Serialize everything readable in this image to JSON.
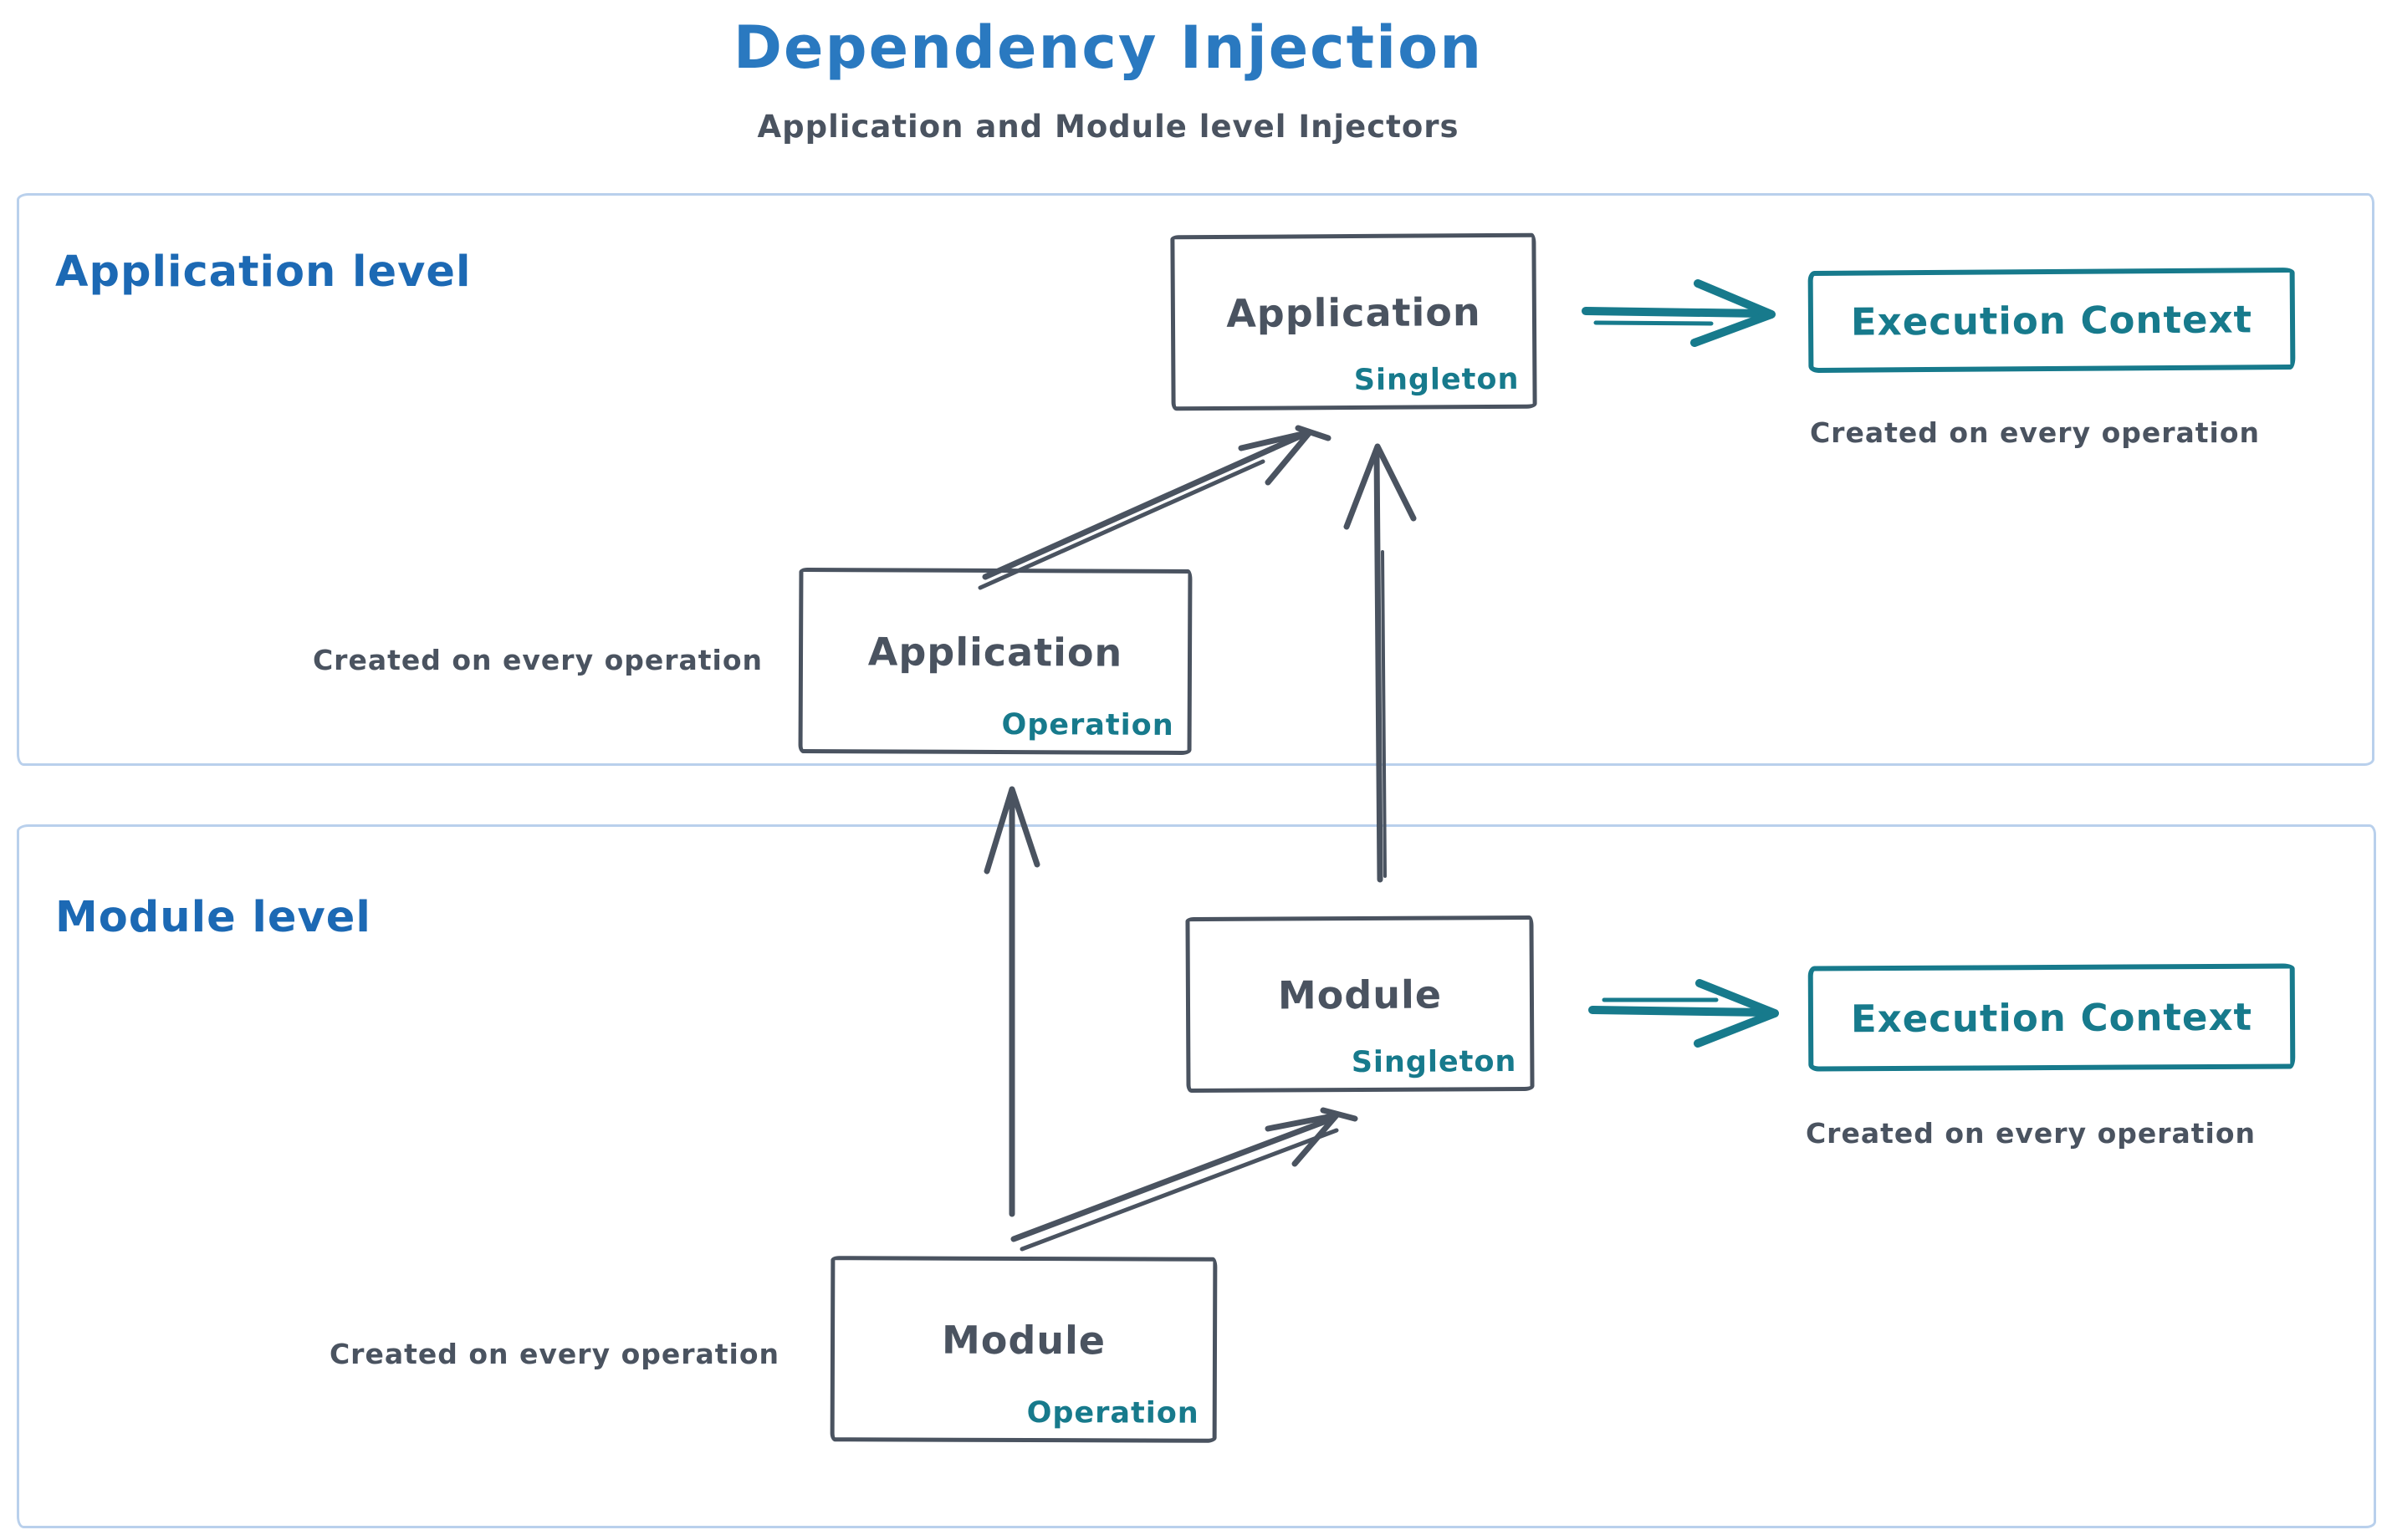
{
  "page": {
    "title": "Dependency Injection",
    "subtitle": "Application and Module level Injectors"
  },
  "colors": {
    "title_blue": "#2a79c0",
    "level_label_blue": "#1c69b4",
    "ink_dark": "#4a5360",
    "teal": "#177a8c",
    "frame_light_blue": "#b9d0ec",
    "background": "#ffffff"
  },
  "application_level": {
    "label": "Application level",
    "singleton_box": {
      "name": "Application",
      "scope": "Singleton"
    },
    "operation_box": {
      "name": "Application",
      "scope": "Operation"
    },
    "operation_note": "Created on every operation",
    "execution_context": {
      "label": "Execution Context",
      "note": "Created on every operation"
    }
  },
  "module_level": {
    "label": "Module level",
    "singleton_box": {
      "name": "Module",
      "scope": "Singleton"
    },
    "operation_box": {
      "name": "Module",
      "scope": "Operation"
    },
    "operation_note": "Created on every operation",
    "execution_context": {
      "label": "Execution Context",
      "note": "Created on every operation"
    }
  }
}
